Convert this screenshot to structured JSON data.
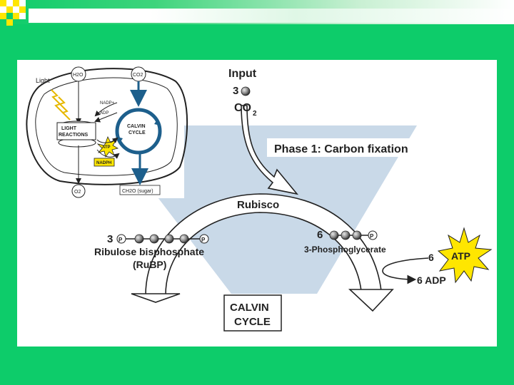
{
  "theme": {
    "background": "#0dcc6a",
    "accent_yellow": "#ffe600",
    "cycle_blue": "#1d5f8c",
    "wedge_blue": "#c9d9e8",
    "panel_white": "#ffffff"
  },
  "inset": {
    "light_label": "Light",
    "h2o": "H2O",
    "co2": "CO2",
    "nadp": "NADP+",
    "adp": "ADP",
    "light_reactions_line1": "LIGHT",
    "light_reactions_line2": "REACTIONS",
    "calvin_line1": "CALVIN",
    "calvin_line2": "CYCLE",
    "atp": "ATP",
    "nadph": "NADPH",
    "o2": "O2",
    "sugar": "CH2O (sugar)"
  },
  "main": {
    "input_title": "Input",
    "co2_count": "3",
    "co2_label": "CO",
    "co2_sub": "2",
    "phase_title": "Phase 1: Carbon fixation",
    "enzyme": "Rubisco",
    "rubp_count": "3",
    "rubp_name": "Ribulose bisphosphate",
    "rubp_abbr": "(RuBP)",
    "pga_count": "6",
    "pga_name": "3-Phosphoglycerate",
    "phosphate": "P",
    "atp_count": "6",
    "atp_label": "ATP",
    "adp_label": "6 ADP",
    "calvin_line1": "CALVIN",
    "calvin_line2": "CYCLE"
  }
}
